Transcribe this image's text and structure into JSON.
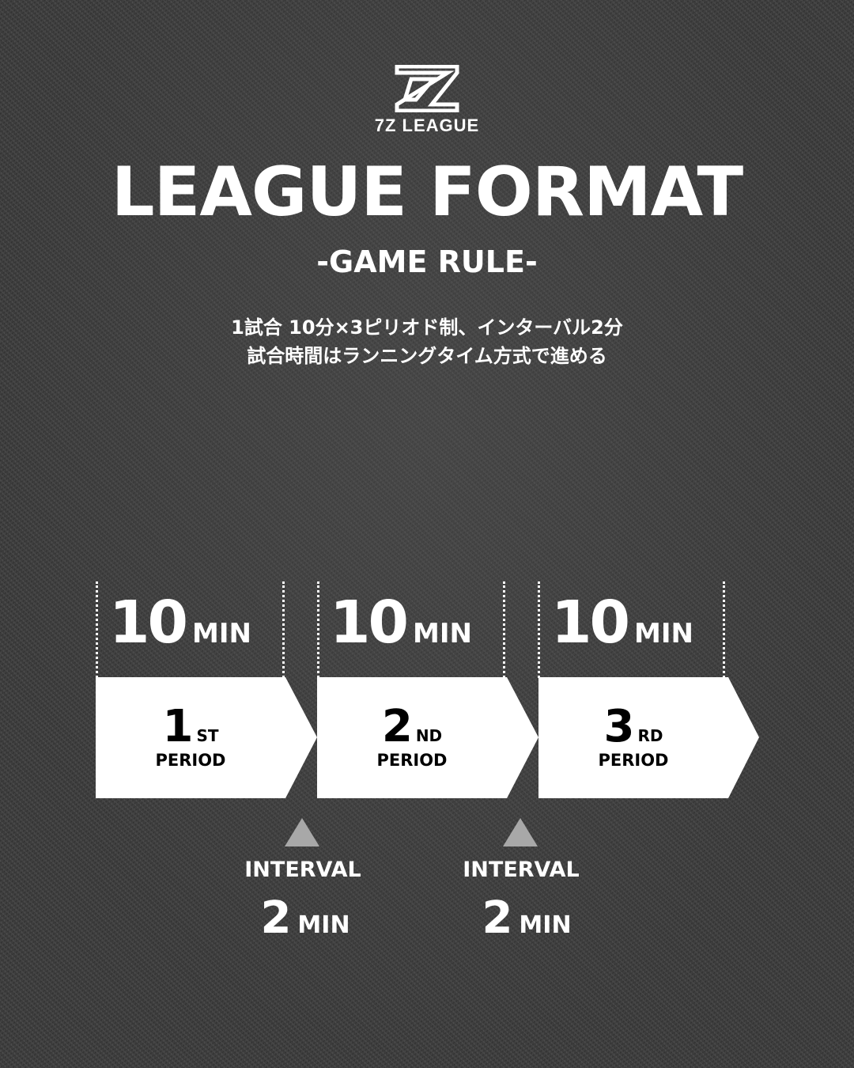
{
  "brand": {
    "logo_icon": "7z-logo-icon",
    "name": "7Z LEAGUE"
  },
  "header": {
    "title": "LEAGUE FORMAT",
    "subtitle": "-GAME RULE-"
  },
  "description": {
    "line1": "1試合 10分×3ピリオド制、インターバル2分",
    "line2": "試合時間はランニングタイム方式で進める"
  },
  "periods": [
    {
      "duration": "10",
      "unit": "MIN",
      "ordinal": "1",
      "suffix": "ST",
      "label": "PERIOD"
    },
    {
      "duration": "10",
      "unit": "MIN",
      "ordinal": "2",
      "suffix": "ND",
      "label": "PERIOD"
    },
    {
      "duration": "10",
      "unit": "MIN",
      "ordinal": "3",
      "suffix": "RD",
      "label": "PERIOD"
    }
  ],
  "intervals": [
    {
      "label": "INTERVAL",
      "duration": "2",
      "unit": "MIN"
    },
    {
      "label": "INTERVAL",
      "duration": "2",
      "unit": "MIN"
    }
  ],
  "colors": {
    "background": "#3a3a3a",
    "text": "#ffffff",
    "arrow": "#ffffff",
    "marker": "#a8a8a8"
  }
}
